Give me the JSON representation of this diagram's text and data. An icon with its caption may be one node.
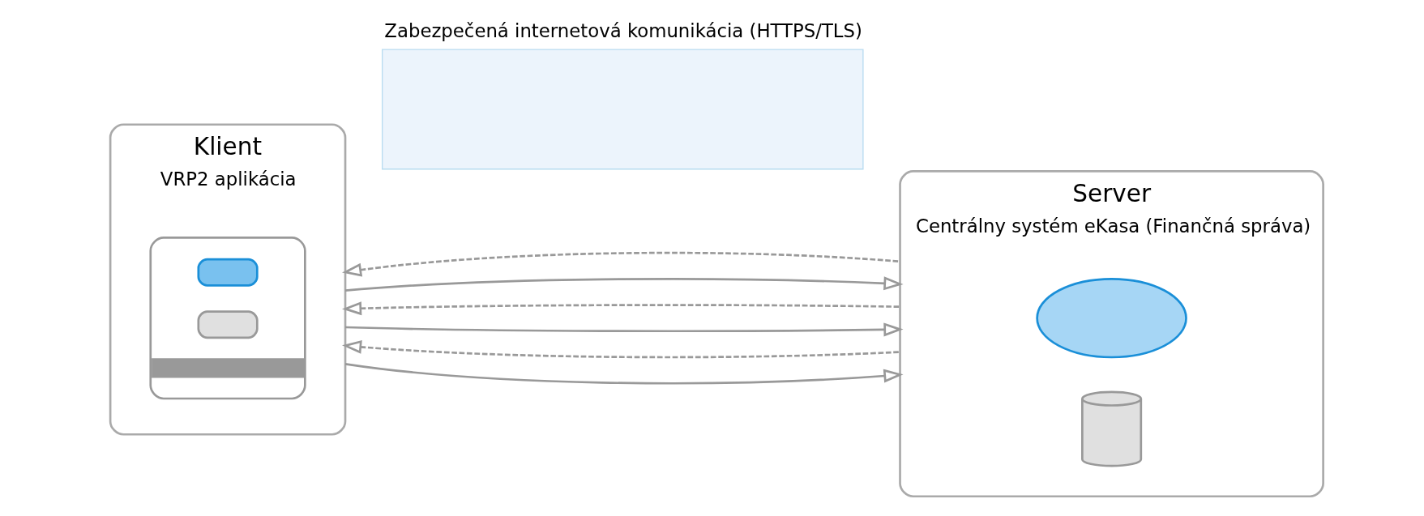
{
  "diagram": {
    "nodes": [
      {
        "text": [
          "Klient",
          "VRP2 aplikácia"
        ]
      },
      {
        "text": [],
        "shape": "picture",
        "in": 0
      },
      {
        "text": [
          "Zabezpečená internetová komunikácia (HTTPS/TLS)"
        ]
      },
      {
        "text": [
          "Server",
          "Centrálny systém eKasa (Finančná správa)"
        ]
      },
      {
        "text": [],
        "shape": "cloud",
        "in": 3
      },
      {
        "text": [],
        "shape": "cylinder",
        "in": 3
      }
    ],
    "edges": [
      {
        "from": 0,
        "to": 3,
        "arrow": "to"
      },
      {
        "from": 3,
        "to": 0,
        "arrow": "to",
        "style": "dashed"
      },
      {
        "from": 0,
        "to": 3,
        "arrow": "to"
      },
      {
        "from": 3,
        "to": 0,
        "arrow": "to",
        "style": "dashed"
      },
      {
        "from": 0,
        "to": 3,
        "arrow": "to"
      },
      {
        "from": 3,
        "to": 0,
        "arrow": "to",
        "style": "dashed"
      }
    ]
  }
}
